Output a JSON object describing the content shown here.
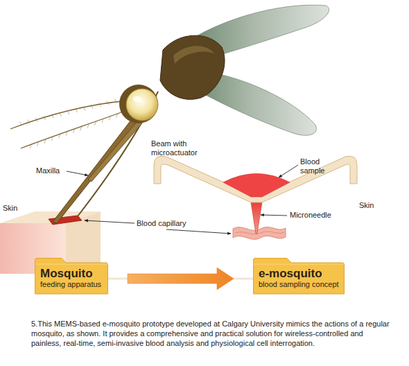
{
  "diagram": {
    "caption": "5.This MEMS-based e-mosquito prototype developed at Calgary University mimics the actions of a regular mosquito, as shown. It provides a comprehensive and practical solution for wireless-controlled and painless, real-time, semi-invasive blood analysis and physiological cell interrogation.",
    "nodes": [
      {
        "text": [
          "Mosquito",
          "feeding apparatus"
        ]
      },
      {
        "text": [
          "e-mosquito",
          "blood sampling concept"
        ]
      }
    ],
    "edges": [
      {
        "from": 0,
        "to": 1,
        "arrow": "to"
      }
    ],
    "labels": [
      "Beam with microactuator",
      "Blood sample",
      "Maxilla",
      "Skin",
      "Skin",
      "Microneedle",
      "Blood capillary"
    ]
  }
}
